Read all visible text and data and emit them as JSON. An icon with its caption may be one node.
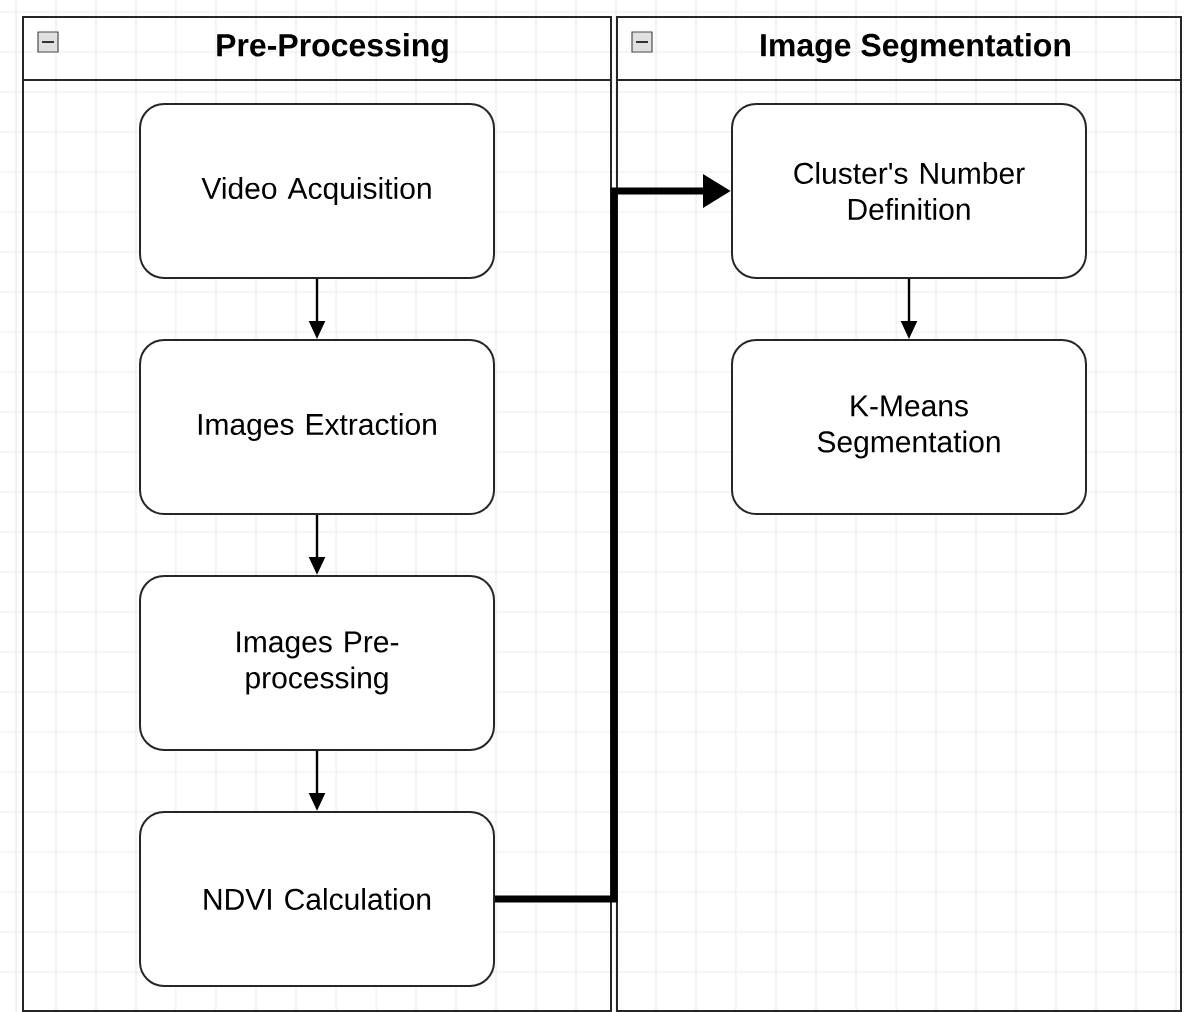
{
  "diagram": {
    "nodes": [
      {
        "text": [
          "Pre-Processing"
        ]
      },
      {
        "text": [
          "Image Segmentation"
        ]
      },
      {
        "text": [
          "Video Acquisition"
        ],
        "in": 0
      },
      {
        "text": [
          "Images Extraction"
        ],
        "in": 0
      },
      {
        "text": [
          "Images Pre-processing"
        ],
        "in": 0
      },
      {
        "text": [
          "NDVI Calculation"
        ],
        "in": 0
      },
      {
        "text": [
          "Cluster's Number Definition"
        ],
        "in": 1
      },
      {
        "text": [
          "K-Means Segmentation"
        ],
        "in": 1
      }
    ],
    "edges": [
      {
        "from": 2,
        "to": 3,
        "arrow": "to"
      },
      {
        "from": 3,
        "to": 4,
        "arrow": "to"
      },
      {
        "from": 4,
        "to": 5,
        "arrow": "to"
      },
      {
        "from": 5,
        "to": 6,
        "arrow": "to",
        "style": "thick"
      },
      {
        "from": 6,
        "to": 7,
        "arrow": "to"
      }
    ]
  }
}
